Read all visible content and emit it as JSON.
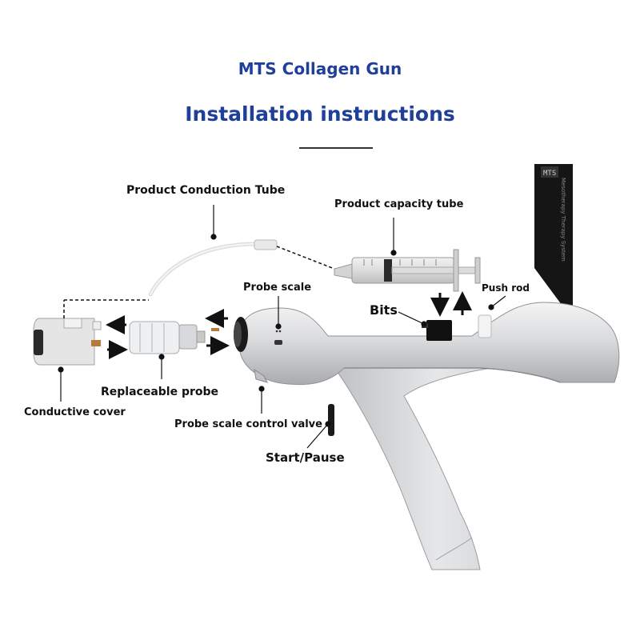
{
  "header": {
    "title": "MTS Collagen Gun",
    "subtitle": "Installation instructions"
  },
  "labels": {
    "product_conduction_tube": "Product Conduction Tube",
    "product_capacity_tube": "Product capacity tube",
    "probe_scale": "Probe scale",
    "push_rod": "Push rod",
    "bits": "Bits",
    "replaceable_probe": "Replaceable probe",
    "conductive_cover": "Conductive cover",
    "probe_scale_control_valve": "Probe scale control valve",
    "start_pause": "Start/Pause"
  },
  "device": {
    "brand_tag": "MTS",
    "tagline": "Mesotherapy Therapy System"
  },
  "colors": {
    "title_blue": "#1f3f9a",
    "label_text": "#111111",
    "gun_body": "#d9dadc",
    "accent_black": "#111111"
  }
}
